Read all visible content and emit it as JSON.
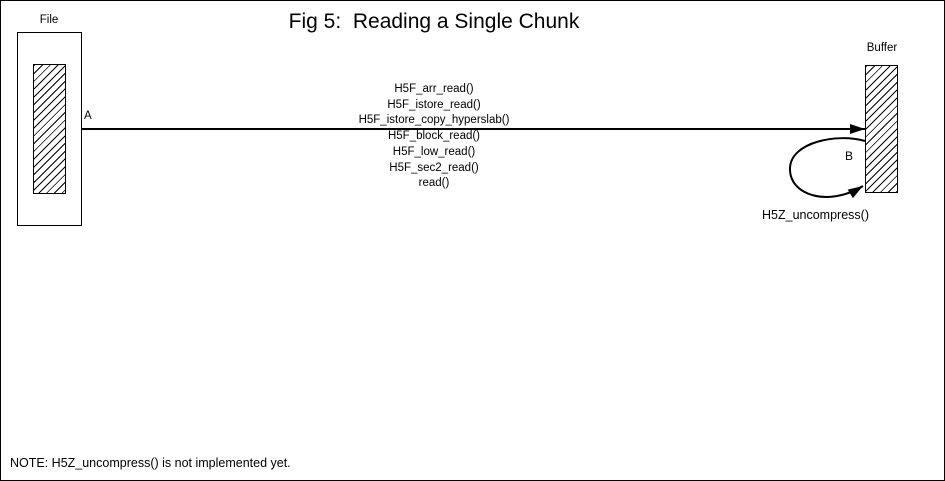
{
  "figure": {
    "title": "Fig 5:  Reading a Single Chunk",
    "note": "NOTE: H5Z_uncompress() is not implemented yet."
  },
  "file_box": {
    "label": "File"
  },
  "buffer_box": {
    "label": "Buffer"
  },
  "arrow_a": {
    "label": "A",
    "functions": [
      "H5F_arr_read()",
      "H5F_istore_read()",
      "H5F_istore_copy_hyperslab()",
      "H5F_block_read()",
      "H5F_low_read()",
      "H5F_sec2_read()",
      "read()"
    ]
  },
  "arrow_b": {
    "label": "B",
    "function": "H5Z_uncompress()"
  },
  "colors": {
    "ink": "#000000",
    "background": "#ffffff"
  }
}
